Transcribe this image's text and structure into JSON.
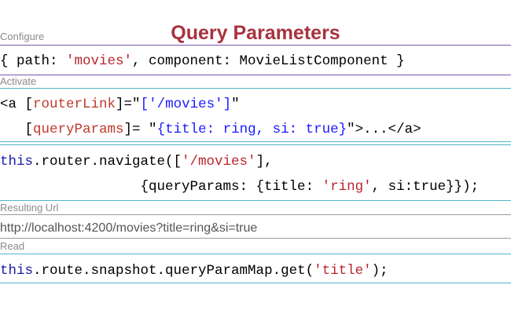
{
  "title": "Query Parameters",
  "colors": {
    "title": "#a8323e",
    "keyword": "#1a1aa6",
    "string": "#b8252b",
    "attr": "#c0392b",
    "value": "#1a1aff",
    "rule_purple": "#7a55b0",
    "rule_teal": "#4fb6c7",
    "rule_gray": "#9a9a9a"
  },
  "sections": {
    "configure": {
      "label": "Configure",
      "code": {
        "p1": "{ path: ",
        "s1": "'movies'",
        "p2": ", component: MovieListComponent }"
      }
    },
    "activate": {
      "label": "Activate",
      "line1": {
        "p1": "<a [",
        "attr": "routerLink",
        "p2": "]=\"",
        "val": "['/movies']",
        "p3": "\""
      },
      "line2": {
        "p1": "   [",
        "attr": "queryParams",
        "p2": "]= \"",
        "val": "{title: ring, si: true}",
        "p3": "\">...</a>"
      },
      "nav1": {
        "kw": "this",
        "p1": ".router.navigate([",
        "s1": "'/movies'",
        "p2": "],"
      },
      "nav2": {
        "p1": "                 {queryParams: {title: ",
        "s1": "'ring'",
        "p2": ", si:true}});"
      }
    },
    "resulting_url": {
      "label": "Resulting Url",
      "url": "http://localhost:4200/movies?title=ring&si=true"
    },
    "read": {
      "label": "Read",
      "code": {
        "kw": "this",
        "p1": ".route.snapshot.queryParamMap.get(",
        "s1": "'title'",
        "p2": ");"
      }
    }
  }
}
